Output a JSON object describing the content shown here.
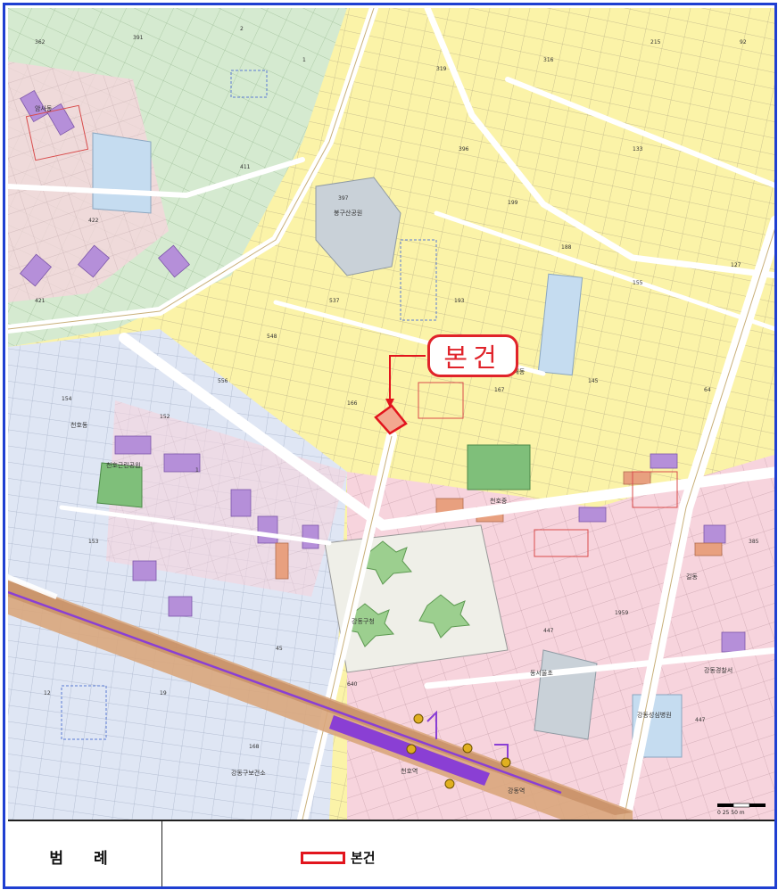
{
  "map": {
    "subject_label": "본건",
    "place_labels": [
      "봉구산공원",
      "강동구청",
      "강동성심병원",
      "천호역",
      "동서울초",
      "강동구보건소",
      "천호동",
      "성내동",
      "길동",
      "천호중",
      "강동역",
      "암사동",
      "천호근린공원",
      "강동경찰서"
    ],
    "scale_text": "0 25 50 m"
  },
  "legend": {
    "title": "범 례",
    "items": [
      {
        "label": "본건",
        "color": "#e2151d"
      }
    ]
  },
  "colors": {
    "frame": "#1f3fd1",
    "subject": "#e2151d",
    "residential": "#fbf3a8",
    "commercial": "#f8d3dc",
    "green": "#cfe8c8",
    "road": "#ffffff",
    "rail": "#d9a67c",
    "subway": "#8a3fd4"
  }
}
